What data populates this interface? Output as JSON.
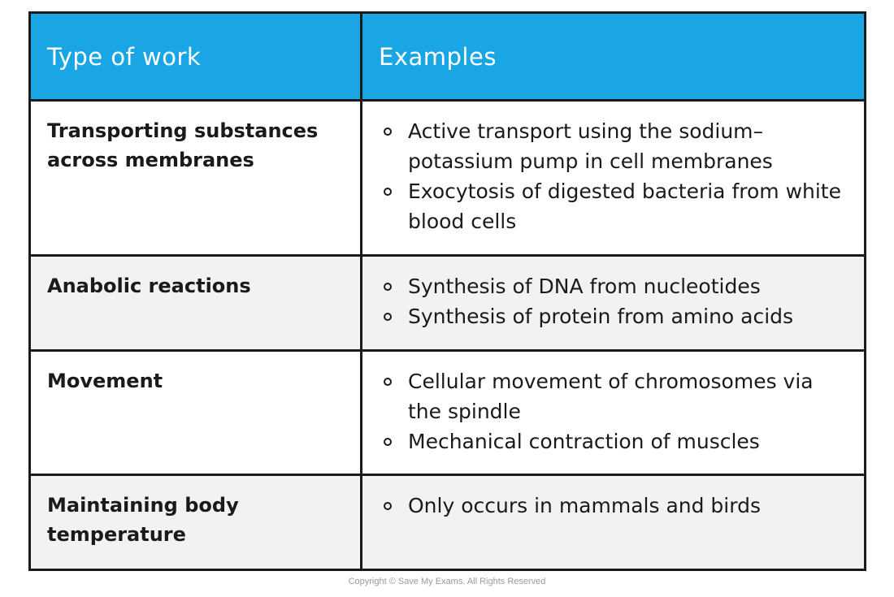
{
  "table": {
    "headers": [
      "Type of work",
      "Examples"
    ],
    "rows": [
      {
        "type": "Transporting substances across membranes",
        "examples": [
          "Active transport using the sodium–potassium pump in cell membranes",
          "Exocytosis of digested bacteria from white blood cells"
        ]
      },
      {
        "type": "Anabolic reactions",
        "examples": [
          "Synthesis of DNA from nucleotides",
          "Synthesis of protein from amino acids"
        ]
      },
      {
        "type": "Movement",
        "examples": [
          "Cellular movement of chromosomes via the spindle",
          "Mechanical contraction of muscles"
        ]
      },
      {
        "type": "Maintaining body temperature",
        "examples": [
          "Only occurs in mammals and birds"
        ]
      }
    ]
  },
  "footer": {
    "copyright": "Copyright © Save My Exams. All Rights Reserved"
  },
  "colors": {
    "header_bg": "#1aa6e4",
    "header_text": "#ffffff",
    "alt_row_bg": "#f2f2f2",
    "border": "#1a1a1a"
  }
}
